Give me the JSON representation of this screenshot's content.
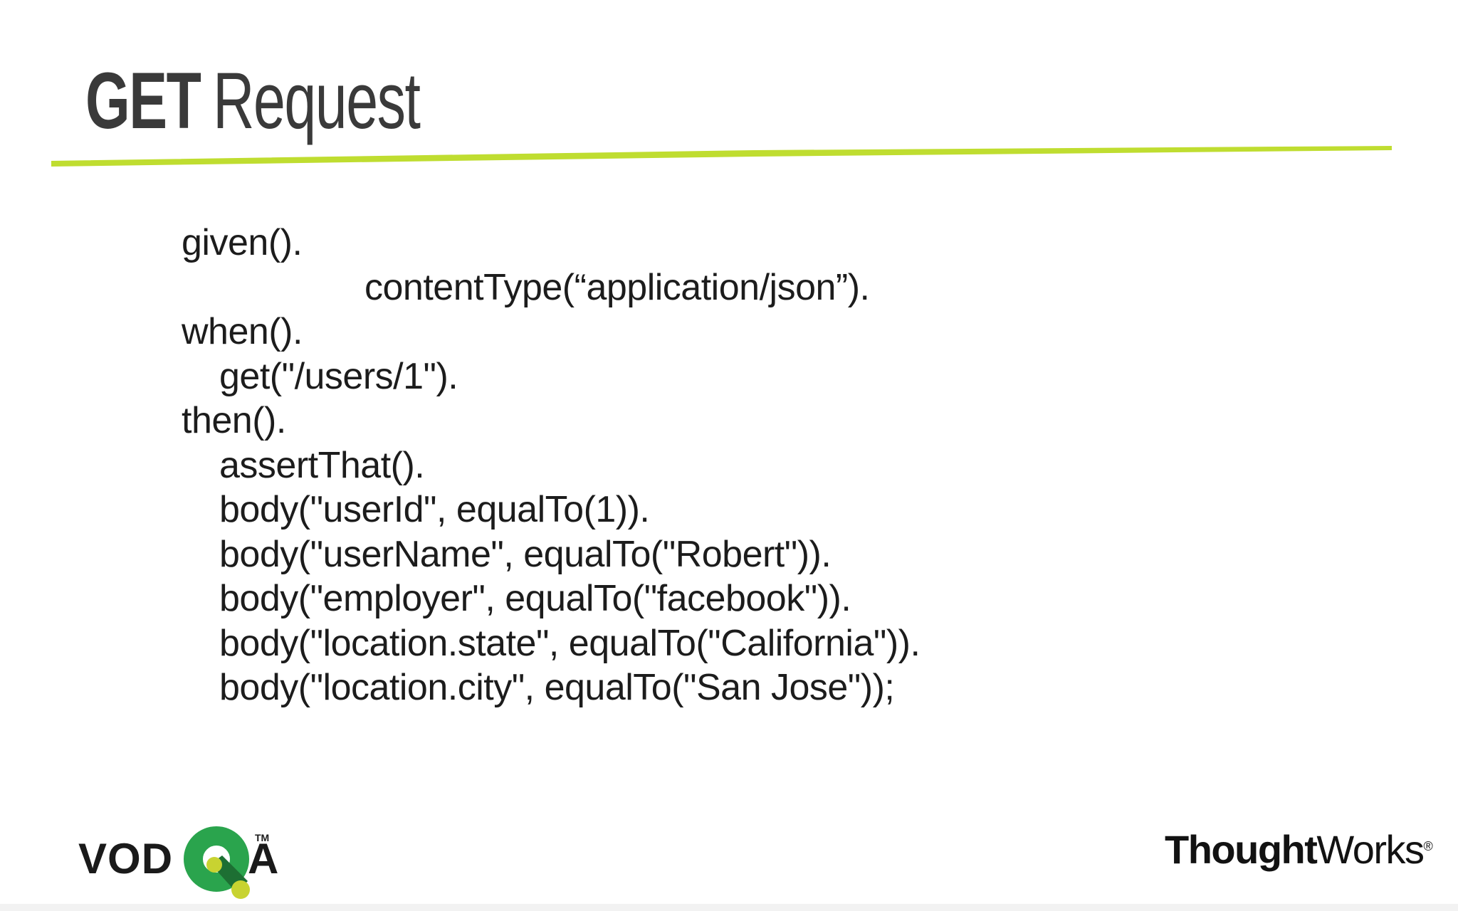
{
  "slide": {
    "title": {
      "bold": "GET",
      "regular": "Request"
    },
    "accent_line_color": "#bfdd30",
    "code": {
      "text_color": "#1c1c1c",
      "lines": [
        {
          "text": "given().",
          "indent": 0
        },
        {
          "text": "contentType(“application/json”).",
          "indent": 257
        },
        {
          "text": "when().",
          "indent": 0
        },
        {
          "text": "get(\"/users/1\").",
          "indent": 53
        },
        {
          "text": "then().",
          "indent": 0
        },
        {
          "text": "assertThat().",
          "indent": 53
        },
        {
          "text": "body(\"userId\", equalTo(1)).",
          "indent": 53
        },
        {
          "text": "body(\"userName\", equalTo(\"Robert\")).",
          "indent": 53
        },
        {
          "text": "body(\"employer\", equalTo(\"facebook\")).",
          "indent": 53
        },
        {
          "text": "body(\"location.state\", equalTo(\"California\")).",
          "indent": 53
        },
        {
          "text": "body(\"location.city\", equalTo(\"San Jose\"));",
          "indent": 53
        }
      ]
    },
    "footer": {
      "vodqa": {
        "prefix": "VOD",
        "suffix": "A",
        "trademark": "TM",
        "green": "#2aa44d",
        "dark_green": "#1d6f33",
        "yellow_green": "#c8d331",
        "text_color": "#1a1a1a"
      },
      "thoughtworks": {
        "bold": "Thought",
        "regular": "Works",
        "registered": "®"
      }
    }
  }
}
